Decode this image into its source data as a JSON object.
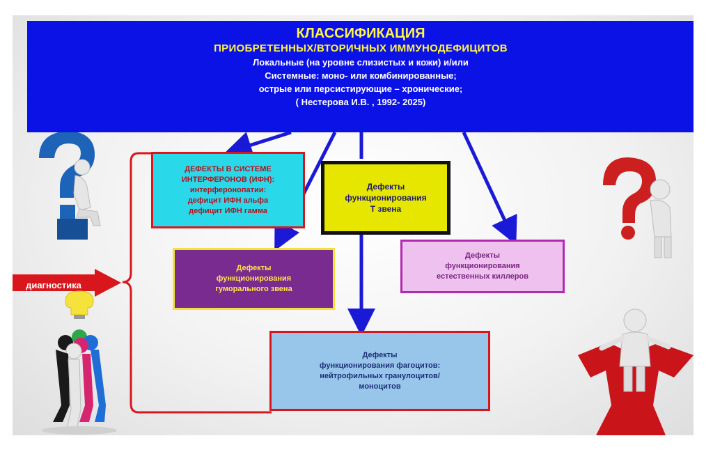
{
  "header": {
    "title": "КЛАССИФИКАЦИЯ",
    "subtitle": "ПРИОБРЕТЕННЫХ/ВТОРИЧНЫХ  ИММУНОДЕФИЦИТОВ",
    "line1": "Локальные (на уровне слизистых и кожи) и/или",
    "line2": "Системные: моно-   или    комбинированные;",
    "line3": "острые или   персистирующие – хронические;",
    "line4": "( Нестерова И.В. ,  1992- 2025)"
  },
  "boxes": {
    "interferon": {
      "line1": "ДЕФЕКТЫ В СИСТЕМЕ",
      "line2": "ИНТЕРФЕРОНОВ  (ИФН):",
      "line3": "интерферонопатии:",
      "line4": "дефицит ИФН альфа",
      "line5": "дефицит ИФН гамма"
    },
    "t_cell": {
      "line1": "Дефекты",
      "line2": "функционирования",
      "line3": "Т звена"
    },
    "humoral": {
      "line1": "Дефекты",
      "line2": "функционирования",
      "line3": "гуморального звена"
    },
    "nk": {
      "line1": "Дефекты",
      "line2": "функционирования",
      "line3": "естественных киллеров"
    },
    "phagocyte": {
      "line1": "Дефекты",
      "line2": "функционирования  фагоцитов:",
      "line3": "нейтрофильных гранулоцитов/",
      "line4": "моноцитов"
    }
  },
  "diagnostics": {
    "label": "диагностика"
  },
  "colors": {
    "header_bg": "#0b12e6",
    "header_title": "#fff44a",
    "arrow": "#1a1ad6",
    "bracket": "#d9161c"
  },
  "icons": [
    "question-mark-thinker-left-icon",
    "question-mark-thinker-right-icon",
    "lightbulb-team-icon",
    "crossroads-person-icon"
  ]
}
